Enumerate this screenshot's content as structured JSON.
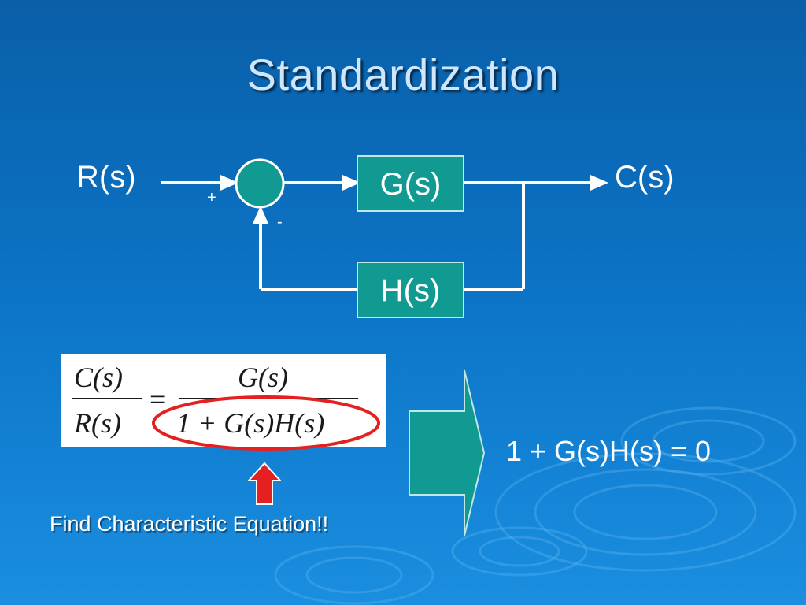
{
  "slide": {
    "title": "Standardization",
    "input_label": "R(s)",
    "output_label": "C(s)",
    "plus_sign": "+",
    "minus_sign": "-",
    "forward_block": "G(s)",
    "feedback_block": "H(s)",
    "equation": {
      "lhs_num": "C(s)",
      "lhs_den": "R(s)",
      "equals": "=",
      "rhs_num": "G(s)",
      "rhs_den": "1 + G(s)H(s)"
    },
    "result": "1 + G(s)H(s) = 0",
    "caption": "Find Characteristic Equation!!"
  },
  "colors": {
    "block_fill": "#119a91",
    "highlight_ellipse": "#e52020",
    "arrow": "#e52020",
    "equation_panel": "#ffffff"
  }
}
